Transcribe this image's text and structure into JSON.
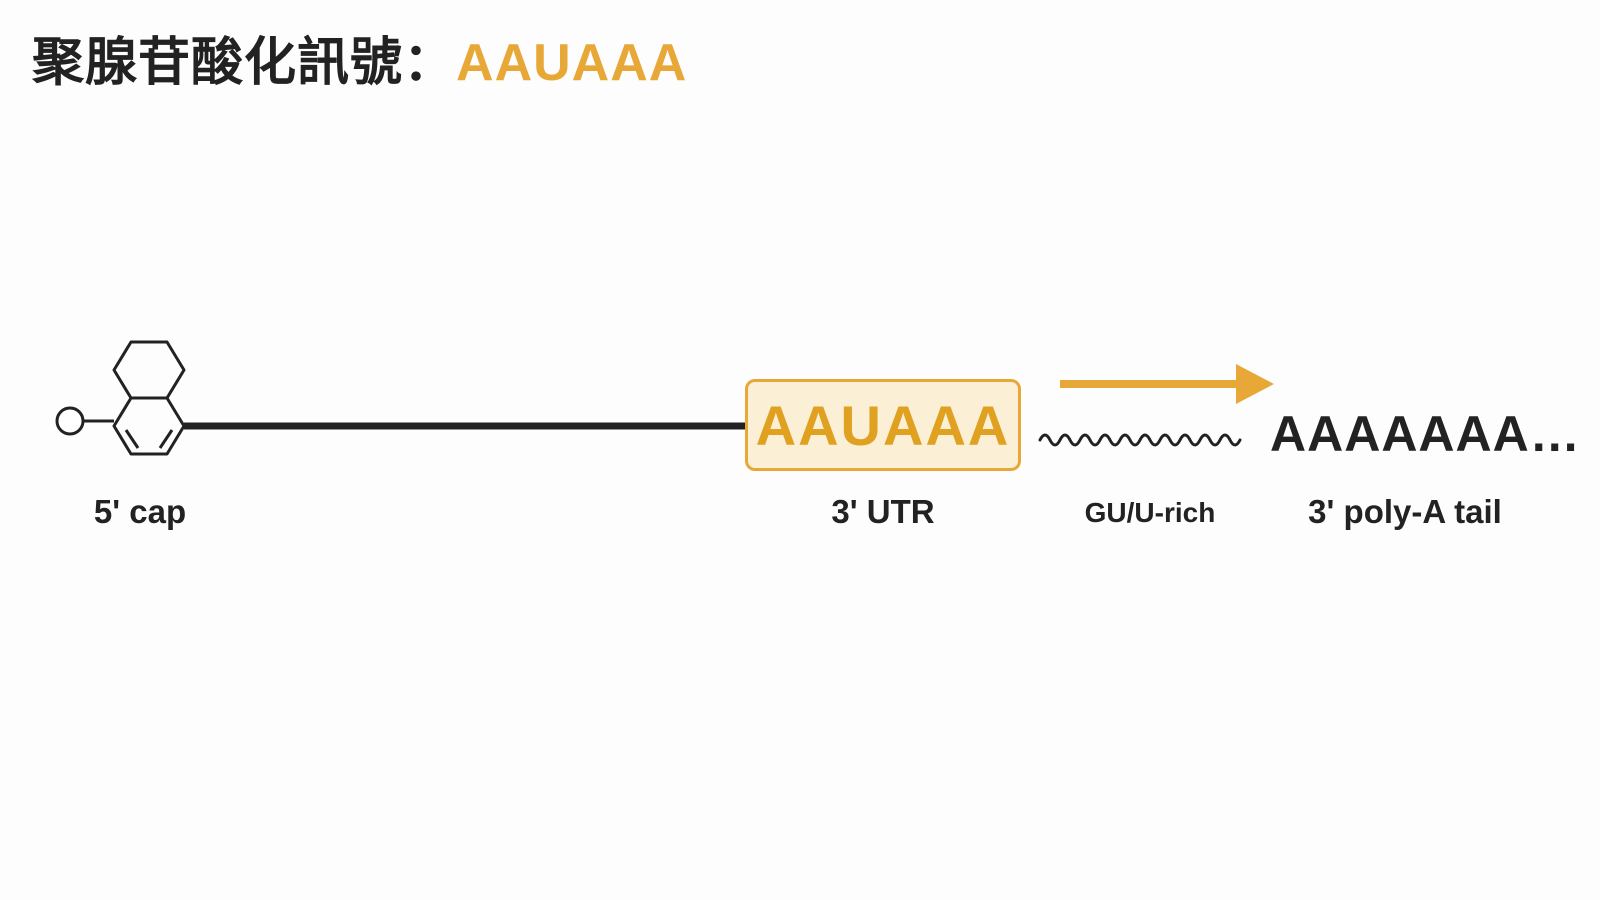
{
  "title": {
    "prefix": "聚腺苷酸化訊號：",
    "highlight": "AAUAAA"
  },
  "diagram": {
    "signal_sequence": "AAUAAA",
    "poly_a_sequence": "AAAAAAA…",
    "labels": {
      "cap": "5' cap",
      "utr": "3' UTR",
      "gu_rich": "GU/U-rich",
      "poly_a_tail": "3' poly-A tail"
    },
    "icons": {
      "cap_structure": "fused-ring-cap-icon",
      "cleavage_arrow": "right-arrow-icon",
      "gu_wave": "wavy-line-icon"
    }
  },
  "colors": {
    "accent": "#e8a838",
    "signal_text": "#e0a020",
    "signal_fill": "#fbefd6",
    "line": "#222222",
    "background": "#fdfdfd"
  }
}
